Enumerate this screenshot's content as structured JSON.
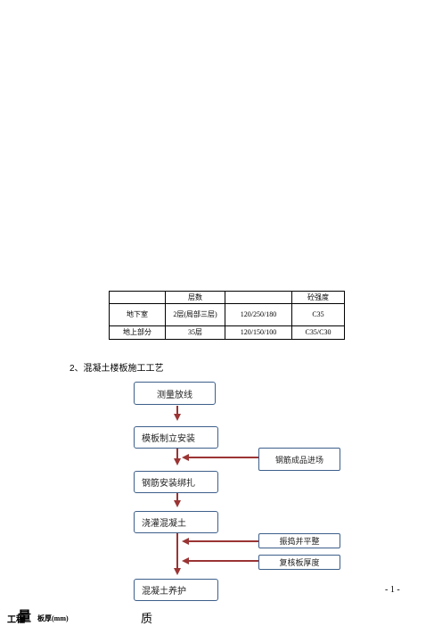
{
  "table": {
    "headers": [
      "",
      "层数",
      "",
      "砼强度"
    ],
    "rows": [
      [
        "地下室",
        "2层(局部三层)",
        "120/250/180",
        "C35"
      ],
      [
        "地上部分",
        "35层",
        "120/150/100",
        "C35/C30"
      ]
    ]
  },
  "section_title": "2、混凝土楼板施工工艺",
  "flowchart": {
    "main_steps": [
      "测量放线",
      "模板制立安装",
      "钢筋安装绑扎",
      "浇灌混凝土",
      "混凝土养护"
    ],
    "side_inputs": [
      "钢筋成品进场",
      "振捣并平整",
      "复核板厚度"
    ],
    "colors": {
      "arrow": "#9b3434",
      "box_border": "#3d5f8a"
    }
  },
  "page_number": "- 1 -",
  "footer": {
    "a": "工程",
    "big": "量",
    "b": "板厚(mm)",
    "c": "质"
  }
}
